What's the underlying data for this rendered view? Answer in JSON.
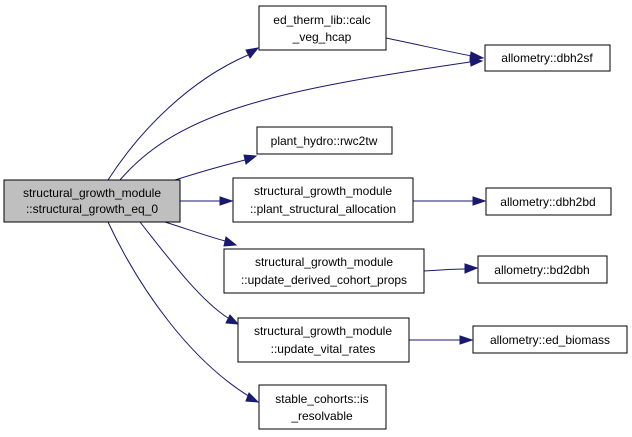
{
  "colors": {
    "edge": "#191970",
    "root_fill": "#bfbfbf",
    "node_fill": "#ffffff",
    "node_border": "#000000"
  },
  "nodes": {
    "root": [
      "structural_growth_module",
      "::structural_growth_eq_0"
    ],
    "calc_veg_hcap": [
      "ed_therm_lib::calc",
      "_veg_hcap"
    ],
    "dbh2sf": [
      "allometry::dbh2sf"
    ],
    "rwc2tw": [
      "plant_hydro::rwc2tw"
    ],
    "plant_structural_allocation": [
      "structural_growth_module",
      "::plant_structural_allocation"
    ],
    "dbh2bd": [
      "allometry::dbh2bd"
    ],
    "update_derived_cohort_props": [
      "structural_growth_module",
      "::update_derived_cohort_props"
    ],
    "bd2dbh": [
      "allometry::bd2dbh"
    ],
    "update_vital_rates": [
      "structural_growth_module",
      "::update_vital_rates"
    ],
    "ed_biomass": [
      "allometry::ed_biomass"
    ],
    "is_resolvable": [
      "stable_cohorts::is",
      "_resolvable"
    ]
  }
}
